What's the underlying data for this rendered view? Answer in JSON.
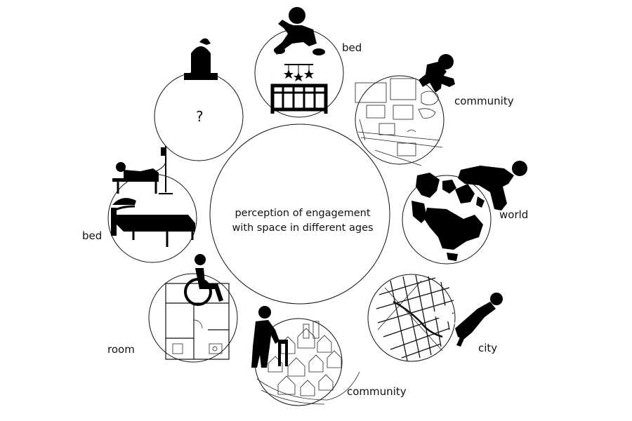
{
  "center": {
    "line1": "perception of engagement",
    "line2": "with space in different ages"
  },
  "stages": [
    {
      "label": "bed",
      "figure": "baby-icon",
      "scene": "crib-with-mobile-icon"
    },
    {
      "label": "community",
      "figure": "running-child-icon",
      "scene": "neighborhood-sketch"
    },
    {
      "label": "world",
      "figure": "running-adult-icon",
      "scene": "world-map-icon"
    },
    {
      "label": "city",
      "figure": "sprinting-adult-icon",
      "scene": "city-map-icon"
    },
    {
      "label": "community",
      "figure": "walker-elder-icon",
      "scene": "village-sketch"
    },
    {
      "label": "room",
      "figure": "wheelchair-icon",
      "scene": "floor-plan-icon"
    },
    {
      "label": "bed",
      "figure": "patient-iv-icon",
      "scene": "bed-icon"
    },
    {
      "label": "?",
      "figure": "gravestone-icon",
      "scene": "unknown"
    }
  ],
  "colors": {
    "stroke": "#111111",
    "fill": "#000000",
    "background": "#ffffff"
  }
}
